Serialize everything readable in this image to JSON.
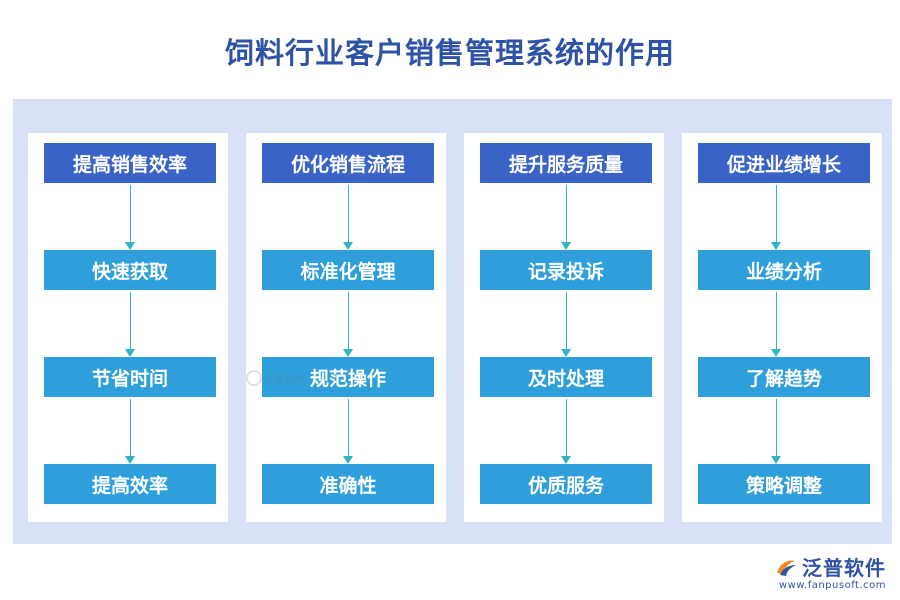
{
  "title": "饲料行业客户销售管理系统的作用",
  "columns": [
    {
      "header": "提高销售效率",
      "items": [
        "快速获取",
        "节省时间",
        "提高效率"
      ]
    },
    {
      "header": "优化销售流程",
      "items": [
        "标准化管理",
        "规范操作",
        "准确性"
      ]
    },
    {
      "header": "提升服务质量",
      "items": [
        "记录投诉",
        "及时处理",
        "优质服务"
      ]
    },
    {
      "header": "促进业绩增长",
      "items": [
        "业绩分析",
        "了解趋势",
        "策略调整"
      ]
    }
  ],
  "logo": {
    "name": "泛普软件",
    "url": "www.fanpusoft.com"
  },
  "watermark": "泛普软件",
  "colors": {
    "title": "#2e53a6",
    "panel": "#d8e1f6",
    "header_box": "#3a63c8",
    "item_box": "#2f9fdb",
    "arrow": "#2fb3c6"
  }
}
